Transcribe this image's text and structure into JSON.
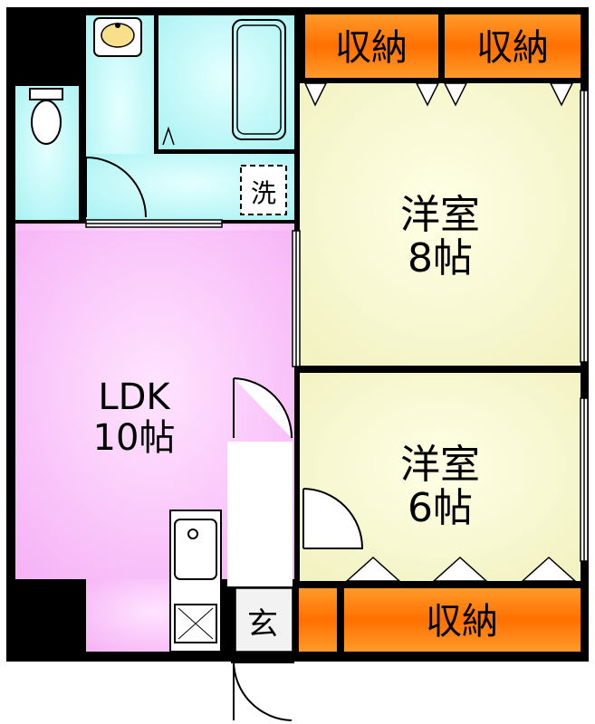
{
  "rooms": {
    "ldk": {
      "name": "LDK",
      "size": "10帖"
    },
    "western_8": {
      "name": "洋室",
      "size": "8帖"
    },
    "western_6": {
      "name": "洋室",
      "size": "6帖"
    }
  },
  "storage": {
    "top_left": "収納",
    "top_right": "収納",
    "bottom": "収納"
  },
  "washer": "洗",
  "entrance": "玄",
  "colors": {
    "wall": "#000000",
    "ldk": "#ffc0ff",
    "western": "#ffffd8",
    "wet_area": "#c0ffff",
    "storage_orange": "#ff7a00",
    "hall": "#ffffff"
  }
}
